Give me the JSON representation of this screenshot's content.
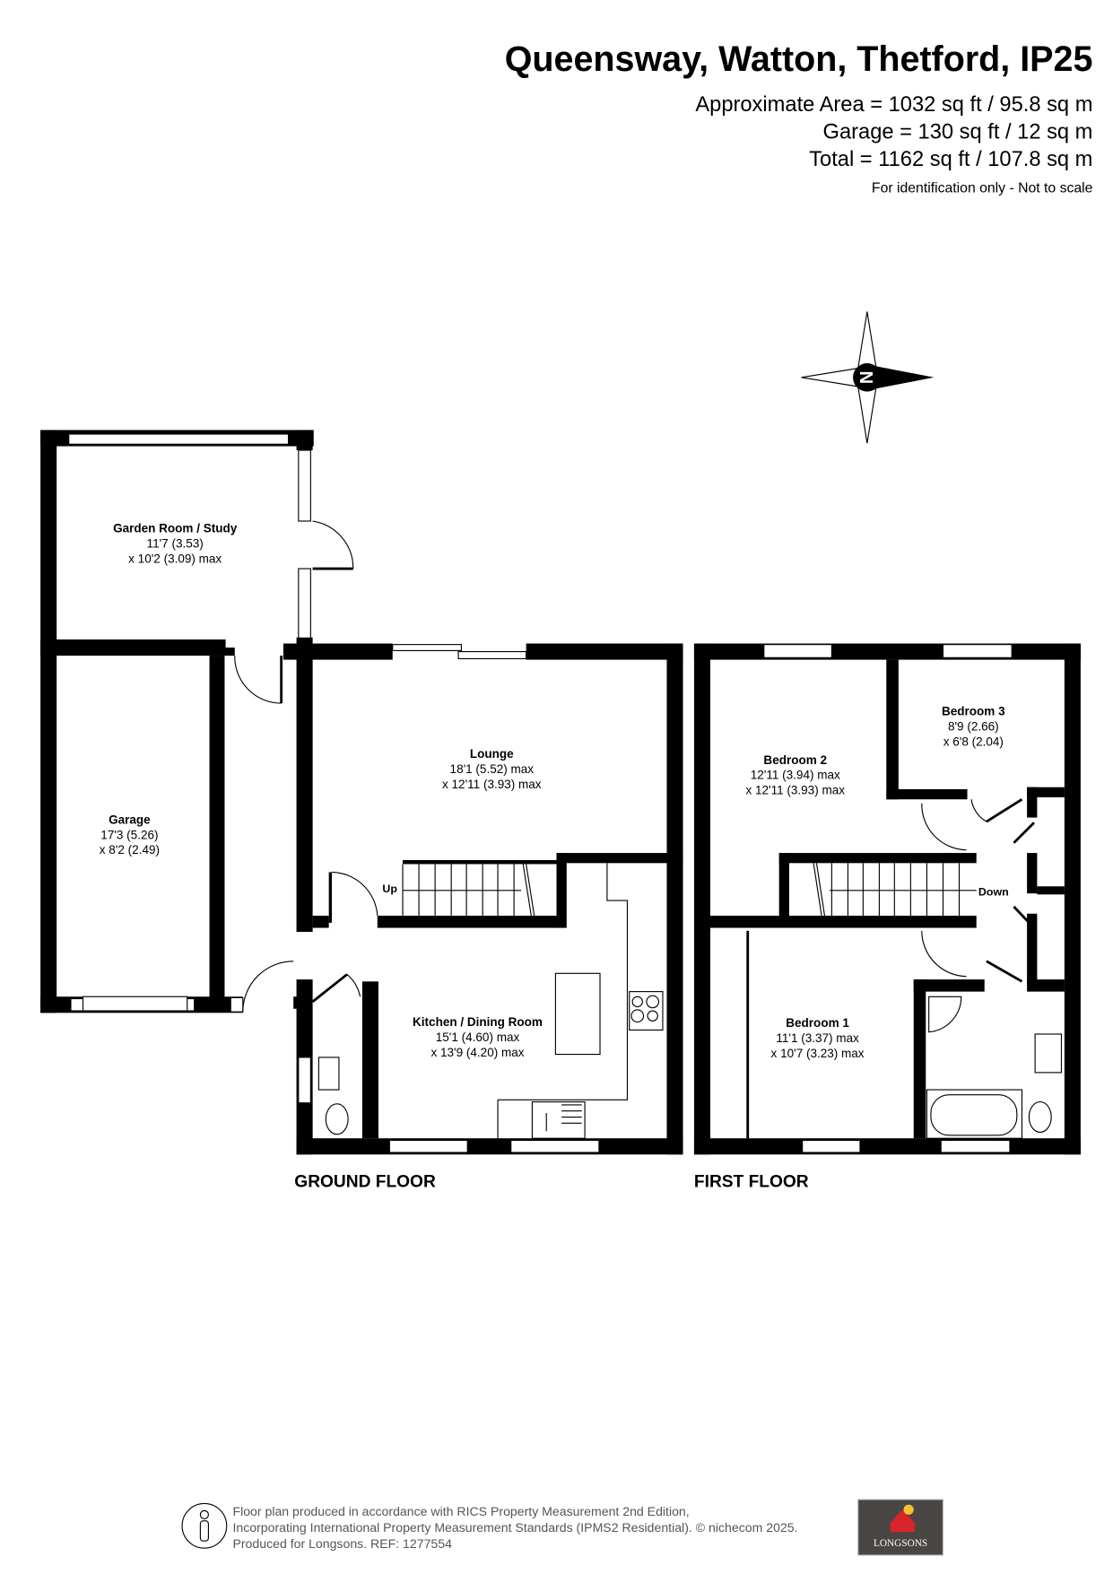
{
  "header": {
    "title": "Queensway, Watton, Thetford, IP25",
    "area_lines": [
      "Approximate Area = 1032 sq ft / 95.8 sq m",
      "Garage = 130 sq ft / 12 sq m",
      "Total = 1162 sq ft / 107.8 sq m"
    ],
    "disclaimer": "For identification only - Not to scale"
  },
  "compass": {
    "label": "N"
  },
  "ground_floor": {
    "label": "GROUND FLOOR",
    "stairs_label": "Up",
    "rooms": [
      {
        "name": "Garden Room / Study",
        "dim1": "11'7 (3.53)",
        "dim2": "x 10'2 (3.09) max"
      },
      {
        "name": "Garage",
        "dim1": "17'3 (5.26)",
        "dim2": "x 8'2 (2.49)"
      },
      {
        "name": "Lounge",
        "dim1": "18'1 (5.52) max",
        "dim2": "x 12'11 (3.93) max"
      },
      {
        "name": "Kitchen / Dining Room",
        "dim1": "15'1 (4.60) max",
        "dim2": "x 13'9 (4.20) max"
      }
    ]
  },
  "first_floor": {
    "label": "FIRST FLOOR",
    "stairs_label": "Down",
    "rooms": [
      {
        "name": "Bedroom 2",
        "dim1": "12'11 (3.94) max",
        "dim2": "x 12'11 (3.93)  max"
      },
      {
        "name": "Bedroom 3",
        "dim1": "8'9 (2.66)",
        "dim2": "x 6'8 (2.04)"
      },
      {
        "name": "Bedroom 1",
        "dim1": "11'1 (3.37) max",
        "dim2": "x 10'7 (3.23) max"
      }
    ]
  },
  "footer": {
    "lines": [
      "Floor plan produced in accordance with RICS Property Measurement 2nd Edition,",
      "Incorporating International Property Measurement Standards (IPMS2 Residential).   © nichecom 2025.",
      "Produced for Longsons.   REF:  1277554"
    ],
    "logo_text": "LONGSONS"
  },
  "colors": {
    "logo_bg": "#4a4644",
    "logo_roof": "#d8252a",
    "logo_sun": "#f2c232"
  }
}
